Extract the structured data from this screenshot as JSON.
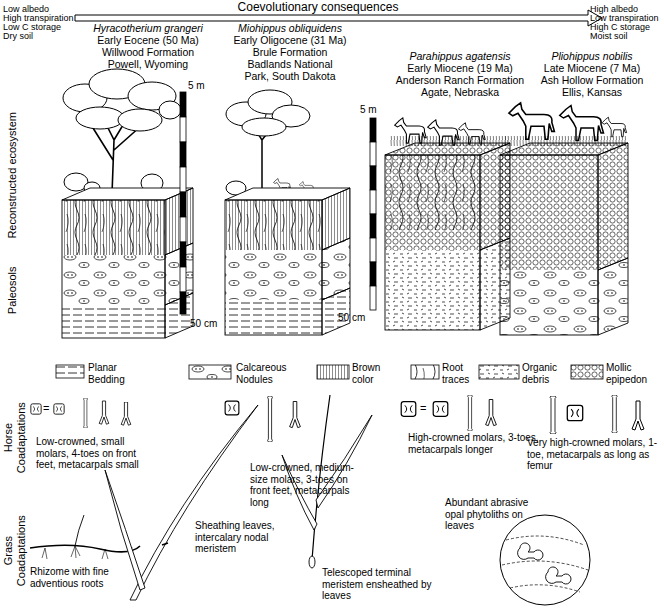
{
  "diagram": {
    "labels": [
      "Low albedo",
      "High transpiration",
      "Low C storage",
      "Dry soil",
      "Coevolutionary consequences",
      "High albedo",
      "Low transpiration",
      "High C storage",
      "Moist soil",
      "Hyracotherium grangeri",
      "Early Eocene (50 Ma)",
      "Willwood Formation",
      "Powell, Wyoming",
      "Miohippus obliquidens",
      "Early Oligocene (31 Ma)",
      "Brule Formation",
      "Badlands National",
      "Park, South Dakota",
      "Parahippus agatensis",
      "Early Miocene (19 Ma)",
      "Anderson Ranch Formation",
      "Agate, Nebraska",
      "Pliohippus nobilis",
      "Late Miocene (7 Ma)",
      "Ash Hollow Formation",
      "Ellis, Kansas",
      "5 m",
      "50 cm",
      "5 m",
      "50 cm",
      "Reconstructed ecosystem",
      "Paleosols",
      "Horse Coadaptations",
      "Grass Coadaptations",
      "=",
      "=",
      "Low-crowned, small molars, 4-toes on front feet, metacarpals small",
      "Low-crowned, medium-size molars, 3-toes on front feet, metacarpals long",
      "High-crowned molars, 3-toes, metacarpals longer",
      "Very high-crowned molars, 1-toe, metacarpals as long as femur",
      "Sheathing leaves, intercalary nodal meristem",
      "Rhizome with fine adventious roots",
      "Telescoped terminal meristem ensheathed by leaves",
      "Abundant abrasive opal phytoliths on leaves"
    ],
    "legend": [
      {
        "text": "Planar Bedding"
      },
      {
        "text": "Calcareous Nodules"
      },
      {
        "text": "Brown color"
      },
      {
        "text": "Root traces"
      },
      {
        "text": "Organic debris"
      },
      {
        "text": "Mollic epipedon"
      }
    ]
  }
}
